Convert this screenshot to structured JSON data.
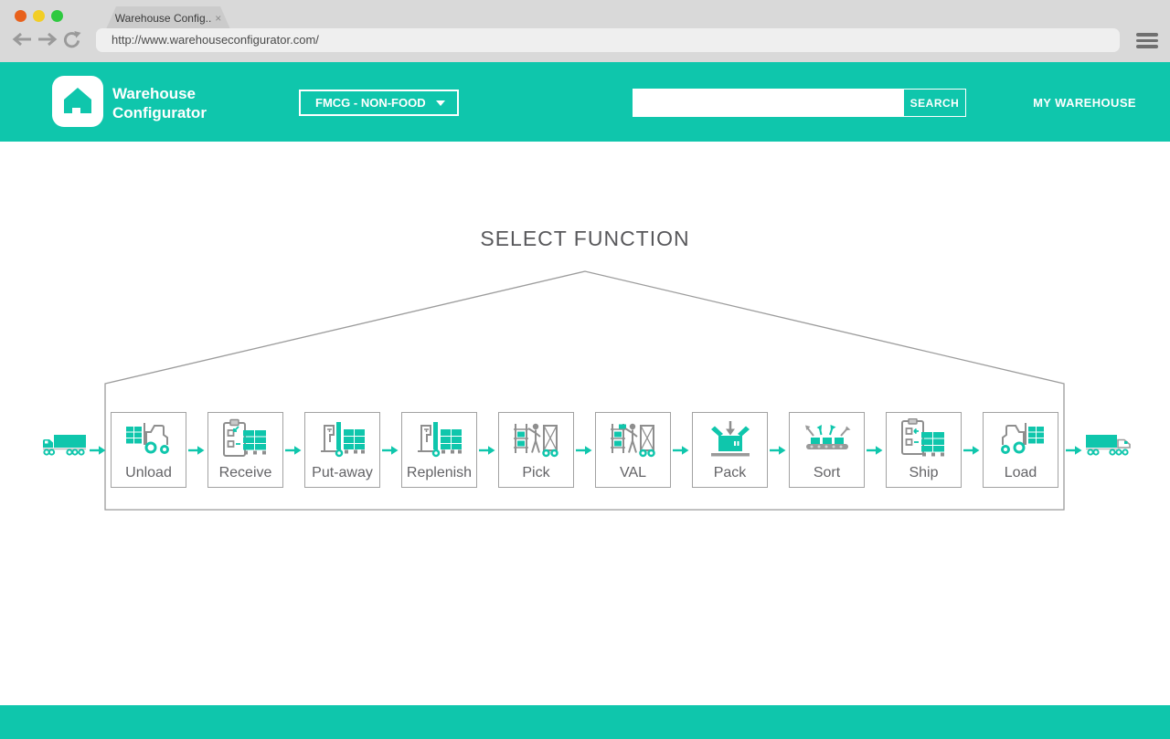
{
  "colors": {
    "teal": "#0FC6AC",
    "icon_gray": "#8E8E8E",
    "chrome_gray": "#D9D9D9"
  },
  "browser": {
    "tab": {
      "title": "Warehouse Config..",
      "close": "×"
    },
    "url": "http://www.warehouseconfigurator.com/"
  },
  "header": {
    "brand": {
      "line1": "Warehouse",
      "line2": "Configurator"
    },
    "category_dropdown": {
      "value": "FMCG - NON-FOOD"
    },
    "search": {
      "value": "",
      "button": "SEARCH"
    },
    "my_warehouse": "MY WAREHOUSE"
  },
  "main": {
    "title": "SELECT FUNCTION",
    "functions": [
      {
        "label": "Unload"
      },
      {
        "label": "Receive"
      },
      {
        "label": "Put-away"
      },
      {
        "label": "Replenish"
      },
      {
        "label": "Pick"
      },
      {
        "label": "VAL"
      },
      {
        "label": "Pack"
      },
      {
        "label": "Sort"
      },
      {
        "label": "Ship"
      },
      {
        "label": "Load"
      }
    ]
  }
}
